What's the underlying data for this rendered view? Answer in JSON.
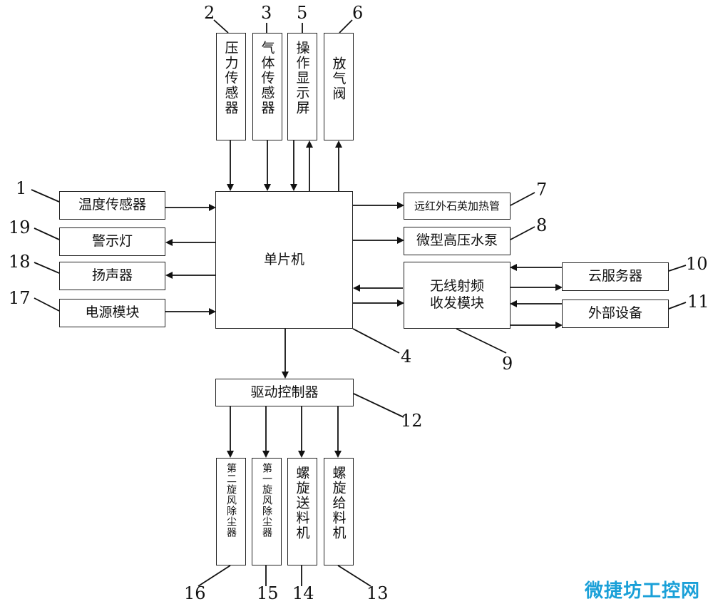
{
  "blocks": {
    "mcu": "单片机",
    "temp_sensor": "温度传感器",
    "warning_light": "警示灯",
    "speaker": "扬声器",
    "power_module": "电源模块",
    "pressure_sensor": "压力传感器",
    "gas_sensor": "气体传感器",
    "operation_display": "操作显示屏",
    "vent_valve": "放气阀",
    "ir_quartz_heater": "远红外石英加热管",
    "micro_hp_pump": "微型高压水泵",
    "wireless_module": "无线射频\n收发模块",
    "cloud_server": "云服务器",
    "external_device": "外部设备",
    "driver_controller": "驱动控制器",
    "second_cyclone": "第二旋风除尘器",
    "first_cyclone": "第一旋风除尘器",
    "screw_conveyor": "螺旋送料机",
    "screw_feeder": "螺旋给料机"
  },
  "numbers": {
    "n1": "1",
    "n2": "2",
    "n3": "3",
    "n4": "4",
    "n5": "5",
    "n6": "6",
    "n7": "7",
    "n8": "8",
    "n9": "9",
    "n10": "10",
    "n11": "11",
    "n12": "12",
    "n13": "13",
    "n14": "14",
    "n15": "15",
    "n16": "16",
    "n17": "17",
    "n18": "18",
    "n19": "19"
  },
  "watermark": "微捷坊工控网"
}
